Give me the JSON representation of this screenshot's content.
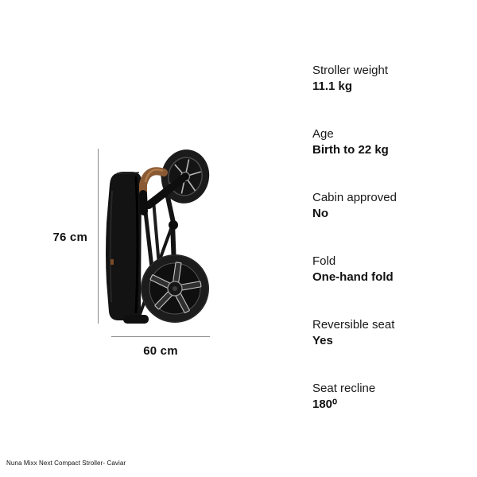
{
  "product": {
    "caption": "Nuna Mixx Next Compact Stroller- Caviar"
  },
  "dimensions": {
    "height_label": "76 cm",
    "width_label": "60 cm"
  },
  "specs": [
    {
      "label": "Stroller weight",
      "value": "11.1 kg"
    },
    {
      "label": "Age",
      "value": "Birth to 22 kg"
    },
    {
      "label": "Cabin approved",
      "value": "No"
    },
    {
      "label": "Fold",
      "value": "One-hand fold"
    },
    {
      "label": "Reversible seat",
      "value": "Yes"
    },
    {
      "label": "Seat recline",
      "value": "180⁰"
    }
  ],
  "colors": {
    "background": "#ffffff",
    "text": "#191919",
    "measure_line": "#8a8a8a",
    "stroller_fabric": "#131313",
    "handle_leather": "#8a5a34",
    "wheel_spoke_silver": "#c6c6c6"
  }
}
